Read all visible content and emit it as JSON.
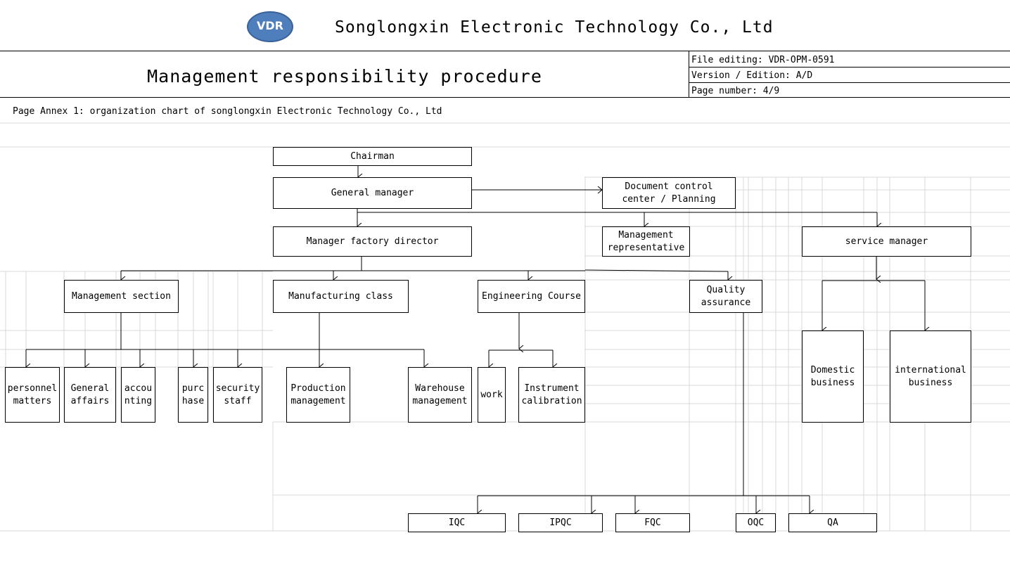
{
  "header": {
    "logo_text": "VDR",
    "company": "Songlongxin Electronic Technology Co., Ltd",
    "title": "Management responsibility procedure",
    "file_editing": "File editing: VDR-OPM-0591",
    "version": "Version / Edition: A/D",
    "page_number": "Page number: 4/9"
  },
  "annex_title": "Page Annex 1: organization chart of songlongxin Electronic Technology Co., Ltd",
  "colors": {
    "logo_fill": "#4f7ebd",
    "grid": "#d9d9d9",
    "line": "#000000"
  },
  "org": {
    "chairman": "Chairman",
    "general_manager": "General manager",
    "doc_control": "Document control\ncenter / Planning",
    "factory_director": "Manager factory director",
    "mgmt_rep": "Management\nrepresentative",
    "service_manager": "service manager",
    "mgmt_section": "Management section",
    "manufacturing": "Manufacturing class",
    "engineering": "Engineering Course",
    "quality": "Quality\nassurance",
    "personnel": "personnel\nmatters",
    "general_affairs": "General\naffairs",
    "accounting": "accou\nnting",
    "purchase": "purc\nhase",
    "security": "security\nstaff",
    "production": "Production\nmanagement",
    "warehouse": "Warehouse\nmanagement",
    "work": "work",
    "instrument": "Instrument\ncalibration",
    "domestic": "Domestic\nbusiness",
    "international": "international\nbusiness",
    "iqc": "IQC",
    "ipqc": "IPQC",
    "fqc": "FQC",
    "oqc": "OQC",
    "qa": "QA"
  }
}
